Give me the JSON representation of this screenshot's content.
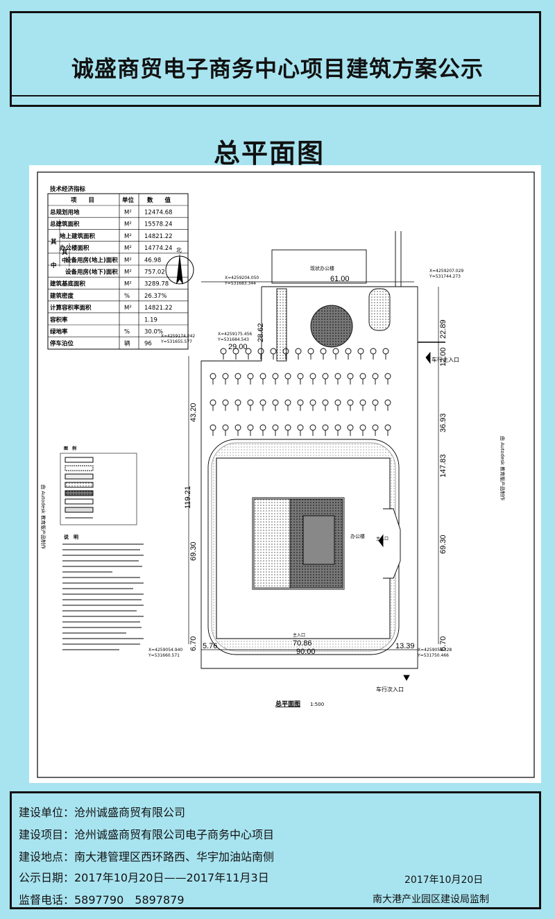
{
  "header": {
    "title": "诚盛商贸电子商务中心项目建筑方案公示",
    "subtitle": "总平面图"
  },
  "tech_table": {
    "caption": "技术经济指标",
    "columns": [
      "项　　目",
      "单位",
      "数　　值"
    ],
    "rows": [
      {
        "label": "总规划用地",
        "unit": "M²",
        "value": "12474.68"
      },
      {
        "label": "总建筑面积",
        "unit": "M²",
        "value": "15578.24"
      },
      {
        "label": "地上建筑面积",
        "unit": "M²",
        "value": "14821.22"
      },
      {
        "label": "办公楼面积",
        "unit": "M²",
        "value": "14774.24"
      },
      {
        "label": "设备用房(地上)面积",
        "unit": "M²",
        "value": "46.98"
      },
      {
        "label": "设备用房(地下)面积",
        "unit": "M²",
        "value": "757.02"
      },
      {
        "label": "建筑基底面积",
        "unit": "M²",
        "value": "3289.78"
      },
      {
        "label": "建筑密度",
        "unit": "%",
        "value": "26.37%"
      },
      {
        "label": "计算容积率面积",
        "unit": "M²",
        "value": "14821.22"
      },
      {
        "label": "容积率",
        "unit": "",
        "value": "1.19"
      },
      {
        "label": "绿地率",
        "unit": "%",
        "value": "30.0%"
      },
      {
        "label": "停车泊位",
        "unit": "辆",
        "value": "96"
      }
    ],
    "group_labels": {
      "qi": "其",
      "zhong": "中",
      "qi2": "其",
      "zhong2": "中"
    }
  },
  "plan": {
    "existing_building": "现状办公楼",
    "office_label": "办公楼",
    "main_entrance": "车行主入口",
    "secondary_entrance": "车行次入口",
    "entry_label": "主入口",
    "drawing_title": "总平面图",
    "scale": "1:500",
    "side_text": "由 Autodesk 教育版产品制作",
    "north": "北",
    "dims": {
      "d61": "61.00",
      "d29": "29.00",
      "d2862": "28.62",
      "d4320": "43.20",
      "d11921": "119.21",
      "d6930a": "69.30",
      "d670a": "6.70",
      "d576": "5.76",
      "d7086": "70.86",
      "d9000": "90.00",
      "d1339": "13.39",
      "d2289": "22.89",
      "d1200": "12.00",
      "d3693": "36.93",
      "d14783": "147.83",
      "d6930b": "69.30",
      "d670b": "6.70"
    },
    "coords": {
      "c1x": "X=4259204.050",
      "c1y": "Y=531683.344",
      "c2x": "X=4259207.029",
      "c2y": "Y=531744.273",
      "c3x": "X=4259174.042",
      "c3y": "Y=531655.577",
      "c4x": "X=4259175.456",
      "c4y": "Y=531684.543",
      "c5x": "X=4259054.940",
      "c5y": "Y=531660.571",
      "c6x": "X=4259058.328",
      "c6y": "Y=531750.466"
    },
    "legend_title": "图　例",
    "notes_title": "说　明"
  },
  "footer": {
    "unit": "建设单位：沧州诚盛商贸有限公司",
    "project": "建设项目：沧州诚盛商贸有限公司电子商务中心项目",
    "location": "建设地点：南大港管理区西环路西、华宇加油站南侧",
    "period": "公示日期：2017年10月20日——2017年11月3日",
    "phone": "监督电话：5897790　5897879",
    "date": "2017年10月20日",
    "supervisor": "南大港产业园区建设局监制"
  }
}
